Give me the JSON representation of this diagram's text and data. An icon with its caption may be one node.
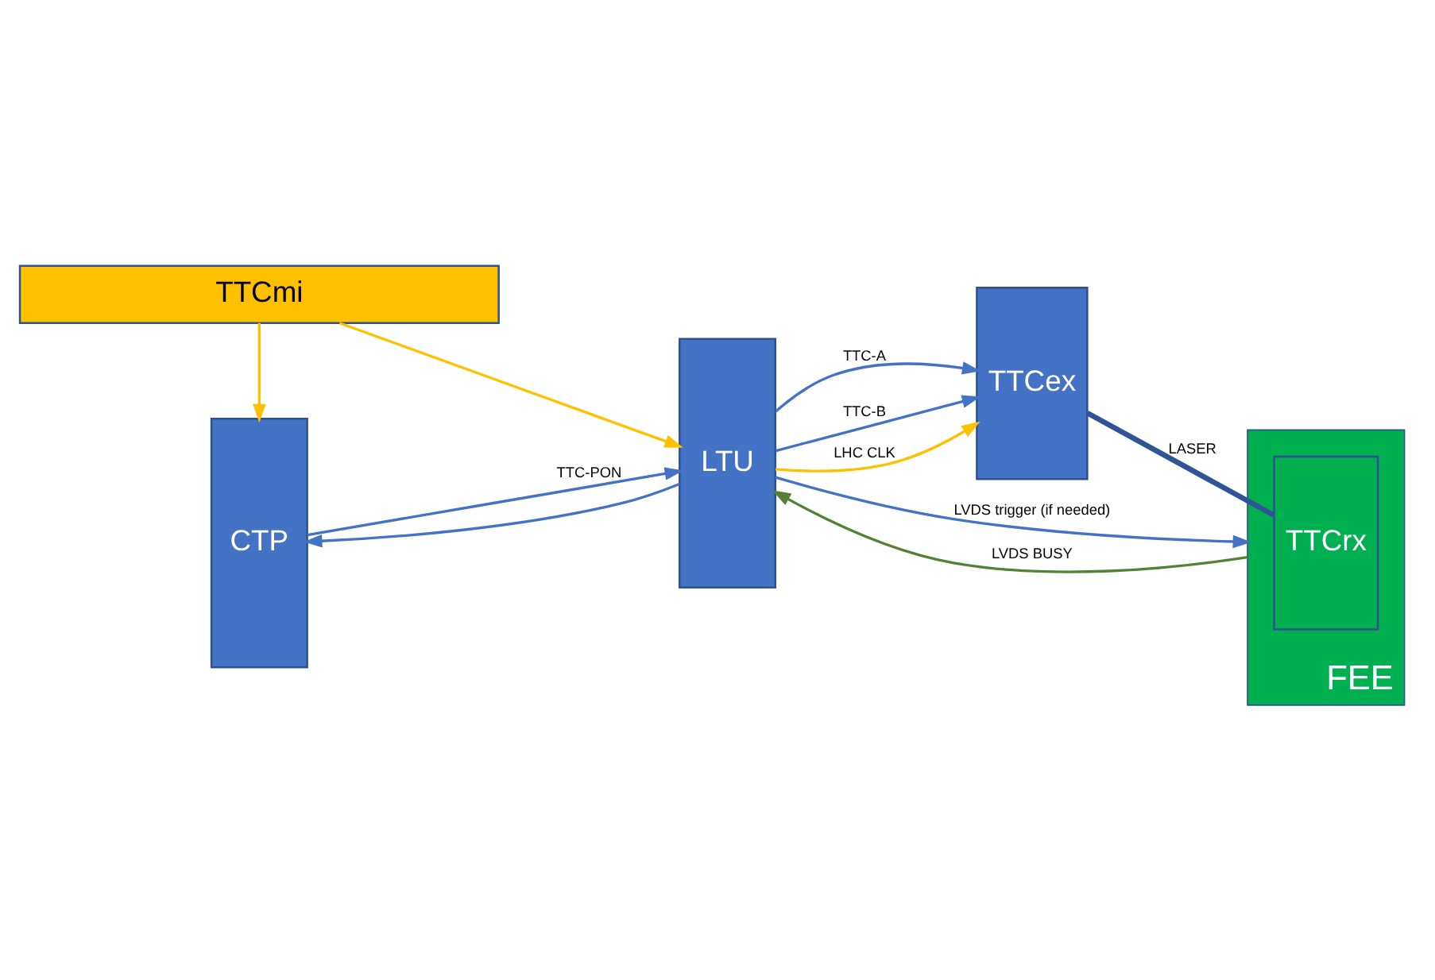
{
  "diagram": {
    "nodes": [
      {
        "text": [
          "CTP"
        ]
      },
      {
        "text": [
          "LTU"
        ]
      },
      {
        "text": [
          "TTCex"
        ]
      },
      {
        "text": [
          "FEE"
        ]
      },
      {
        "text": [
          "TTCrx"
        ],
        "in": 3
      },
      {
        "text": [
          "TTCmi"
        ]
      }
    ],
    "edges": [
      {
        "from": 0,
        "to": 1,
        "arrow": "to",
        "label": "TTC-PON"
      },
      {
        "from": 1,
        "to": 0,
        "arrow": "to"
      },
      {
        "from": 1,
        "to": 3,
        "arrow": "to",
        "label": "LVDS trigger (if needed)"
      },
      {
        "from": 3,
        "to": 1,
        "arrow": "to",
        "label": "LVDS BUSY",
        "color": "#548235"
      },
      {
        "from": 1,
        "to": 2,
        "arrow": "to",
        "label": "TTC-A"
      },
      {
        "from": 1,
        "to": 2,
        "arrow": "to",
        "label": "TTC-B"
      },
      {
        "from": 1,
        "to": 2,
        "arrow": "to",
        "label": "LHC CLK",
        "color": "#ffc000"
      },
      {
        "from": 2,
        "to": 4,
        "arrow": "none",
        "label": "LASER",
        "style": "thick",
        "color": "#2f5597"
      },
      {
        "from": 5,
        "to": 0,
        "arrow": "to",
        "color": "#ffc000"
      },
      {
        "from": 5,
        "to": 1,
        "arrow": "to",
        "color": "#ffc000"
      }
    ]
  }
}
